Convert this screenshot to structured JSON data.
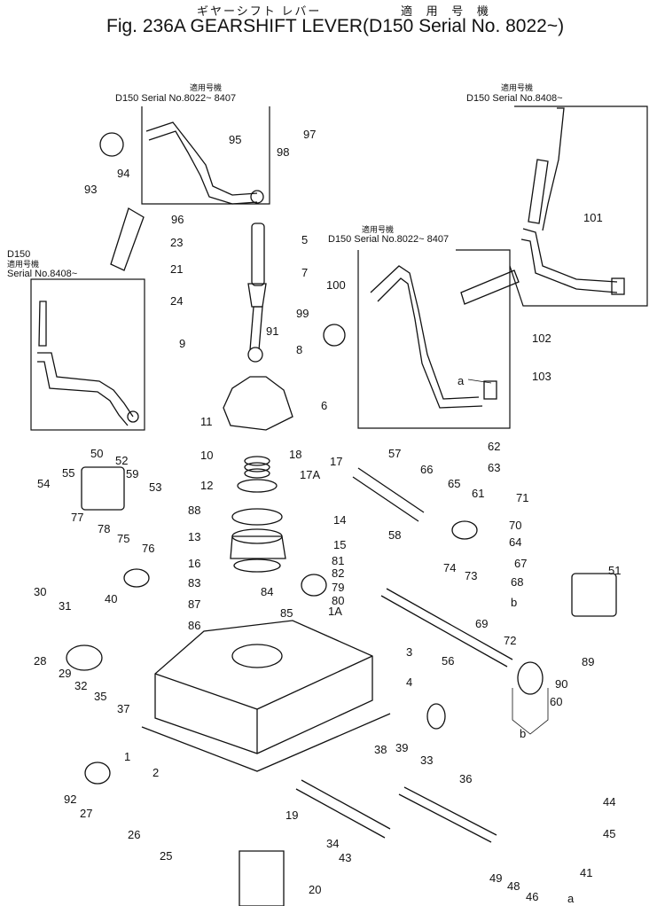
{
  "title": {
    "jp_left": "ギヤーシフト レバー",
    "jp_right": "適 用 号 機",
    "main": "Fig. 236A GEARSHIFT LEVER(D150 Serial No. 8022~)"
  },
  "insets": [
    {
      "jp": "適用号機",
      "serial": "D150 Serial No.8022~ 8407"
    },
    {
      "jp": "適用号機",
      "serial": "D150 Serial No.8408~"
    },
    {
      "model": "D150",
      "jp": "適用号機",
      "serial": "Serial No.8408~"
    },
    {
      "jp": "適用号機",
      "serial": "D150 Serial No.8022~ 8407"
    }
  ],
  "callouts": [
    "1",
    "1A",
    "2",
    "3",
    "4",
    "5",
    "6",
    "7",
    "8",
    "9",
    "10",
    "11",
    "12",
    "13",
    "14",
    "15",
    "16",
    "17",
    "17A",
    "18",
    "19",
    "20",
    "21",
    "23",
    "24",
    "25",
    "26",
    "27",
    "28",
    "29",
    "30",
    "31",
    "32",
    "33",
    "34",
    "35",
    "36",
    "37",
    "38",
    "39",
    "40",
    "41",
    "43",
    "44",
    "45",
    "46",
    "48",
    "49",
    "50",
    "51",
    "52",
    "53",
    "54",
    "55",
    "56",
    "57",
    "58",
    "59",
    "60",
    "61",
    "62",
    "63",
    "64",
    "65",
    "66",
    "67",
    "68",
    "69",
    "70",
    "71",
    "72",
    "73",
    "74",
    "75",
    "76",
    "77",
    "78",
    "79",
    "80",
    "81",
    "82",
    "83",
    "84",
    "85",
    "86",
    "87",
    "88",
    "89",
    "90",
    "91",
    "92",
    "93",
    "94",
    "95",
    "96",
    "97",
    "98",
    "99",
    "100",
    "101",
    "102",
    "103"
  ],
  "ref_letters": {
    "a": "a",
    "b": "b"
  }
}
